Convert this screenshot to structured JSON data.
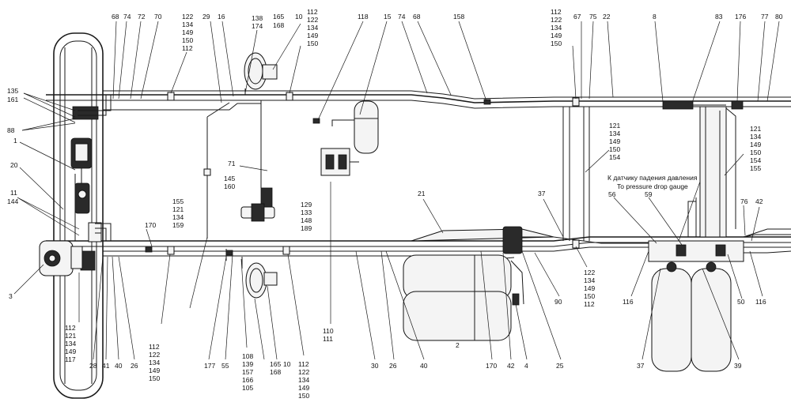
{
  "labels": {
    "l68a": "68",
    "l74a": "74",
    "l72": "72",
    "l70": "70",
    "l29": "29",
    "l16": "16",
    "l138": "138",
    "l174a": "174",
    "l165a": "165",
    "l168a": "168",
    "l10a": "10",
    "l118": "118",
    "l15": "15",
    "l74b": "74",
    "l68b": "68",
    "l158": "158",
    "l67": "67",
    "l75": "75",
    "l22": "22",
    "l8": "8",
    "l83": "83",
    "l176": "176",
    "l77": "77",
    "l80": "80",
    "l135": "135",
    "l161": "161",
    "l88": "88",
    "l1": "1",
    "l20": "20",
    "l11": "11",
    "l144": "144",
    "l3": "3",
    "l71": "71",
    "l145": "145",
    "l160": "160",
    "l170a": "170",
    "l21": "21",
    "l37a": "37",
    "l56": "56",
    "l59": "59",
    "l76": "76",
    "l42a": "42",
    "l116a": "116",
    "l50": "50",
    "l116b": "116",
    "l37b": "37",
    "l39": "39",
    "l90": "90",
    "l25": "25",
    "l4": "4",
    "l42b": "42",
    "l170b": "170",
    "l2": "2",
    "l40a": "40",
    "l26a": "26",
    "l30": "30",
    "l28": "28",
    "l41": "41",
    "l40b": "40",
    "l26b": "26",
    "l177": "177",
    "l55": "55",
    "l165b": "165",
    "l10b": "10",
    "l168b": "168"
  },
  "stacks": {
    "s1": [
      "122",
      "134",
      "149",
      "150",
      "112"
    ],
    "s2": [
      "112",
      "122",
      "134",
      "149",
      "150"
    ],
    "s3": [
      "112",
      "122",
      "134",
      "149",
      "150"
    ],
    "s4": [
      "121",
      "134",
      "149",
      "150",
      "154"
    ],
    "s5": [
      "121",
      "134",
      "149",
      "150",
      "154",
      "155"
    ],
    "s6": [
      "155",
      "121",
      "134",
      "159"
    ],
    "s7": [
      "129",
      "133",
      "148",
      "189"
    ],
    "s8": [
      "122",
      "134",
      "149",
      "150",
      "112"
    ],
    "s9": [
      "110",
      "111"
    ],
    "s10": [
      "112",
      "121",
      "134",
      "149",
      "117"
    ],
    "s11": [
      "112",
      "122",
      "134",
      "149",
      "150"
    ],
    "s12": [
      "108",
      "139",
      "157",
      "166",
      "105"
    ],
    "s13": [
      "112",
      "122",
      "134",
      "149",
      "150"
    ]
  },
  "notes": {
    "ru": "К датчику падения давления",
    "en": "To pressure drop gauge"
  }
}
